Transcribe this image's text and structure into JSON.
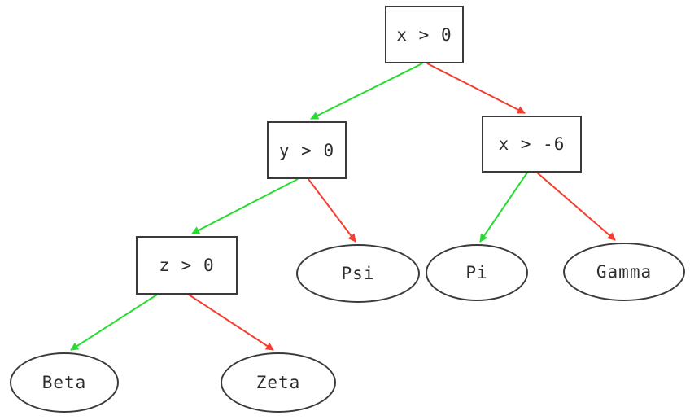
{
  "diagram": {
    "type": "decision-tree",
    "background": "#ffffff",
    "colors": {
      "true_edge": "#26dc30",
      "false_edge": "#f43d2e",
      "node_border": "#3a3a3a",
      "node_fill": "#ffffff",
      "text": "#2d2d2d"
    },
    "nodes": {
      "root": {
        "label": "x > 0",
        "shape": "box",
        "kind": "decision"
      },
      "y0": {
        "label": "y > 0",
        "shape": "box",
        "kind": "decision"
      },
      "x6": {
        "label": "x > -6",
        "shape": "box",
        "kind": "decision"
      },
      "z0": {
        "label": "z > 0",
        "shape": "box",
        "kind": "decision"
      },
      "psi": {
        "label": "Psi",
        "shape": "ellipse",
        "kind": "leaf"
      },
      "pi": {
        "label": "Pi",
        "shape": "ellipse",
        "kind": "leaf"
      },
      "gamma": {
        "label": "Gamma",
        "shape": "ellipse",
        "kind": "leaf"
      },
      "beta": {
        "label": "Beta",
        "shape": "ellipse",
        "kind": "leaf"
      },
      "zeta": {
        "label": "Zeta",
        "shape": "ellipse",
        "kind": "leaf"
      }
    },
    "edges": [
      {
        "from": "x > 0",
        "to": "y > 0",
        "branch": "true",
        "color": "#26dc30"
      },
      {
        "from": "x > 0",
        "to": "x > -6",
        "branch": "false",
        "color": "#f43d2e"
      },
      {
        "from": "y > 0",
        "to": "z > 0",
        "branch": "true",
        "color": "#26dc30"
      },
      {
        "from": "y > 0",
        "to": "Psi",
        "branch": "false",
        "color": "#f43d2e"
      },
      {
        "from": "x > -6",
        "to": "Pi",
        "branch": "true",
        "color": "#26dc30"
      },
      {
        "from": "x > -6",
        "to": "Gamma",
        "branch": "false",
        "color": "#f43d2e"
      },
      {
        "from": "z > 0",
        "to": "Beta",
        "branch": "true",
        "color": "#26dc30"
      },
      {
        "from": "z > 0",
        "to": "Zeta",
        "branch": "false",
        "color": "#f43d2e"
      }
    ]
  }
}
